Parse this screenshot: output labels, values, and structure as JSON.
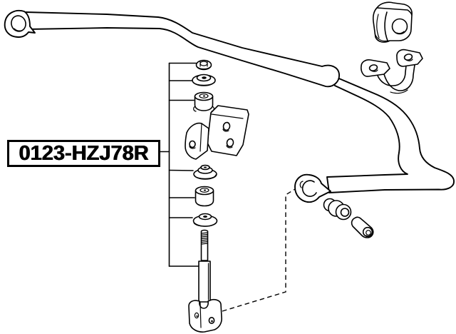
{
  "diagram": {
    "part_number": "0123-HZJ78R"
  },
  "colors": {
    "line": "#000000",
    "background": "#ffffff",
    "text": "#000000"
  },
  "components": [
    "stabilizer-bar",
    "stabilizer-bar-left-eye",
    "stabilizer-bar-right-eye",
    "stabilizer-bushing",
    "bushing-clamp-bracket",
    "link-nut",
    "cup-washer-upper",
    "link-bushing-upper",
    "link-mount-bracket",
    "cup-washer-middle",
    "link-bushing-lower",
    "cup-washer-lower",
    "link-bolt",
    "link-clevis-end",
    "eye-grommet-bushing",
    "spacer-sleeve",
    "callout-bracket-line",
    "leader-dashed-line"
  ]
}
